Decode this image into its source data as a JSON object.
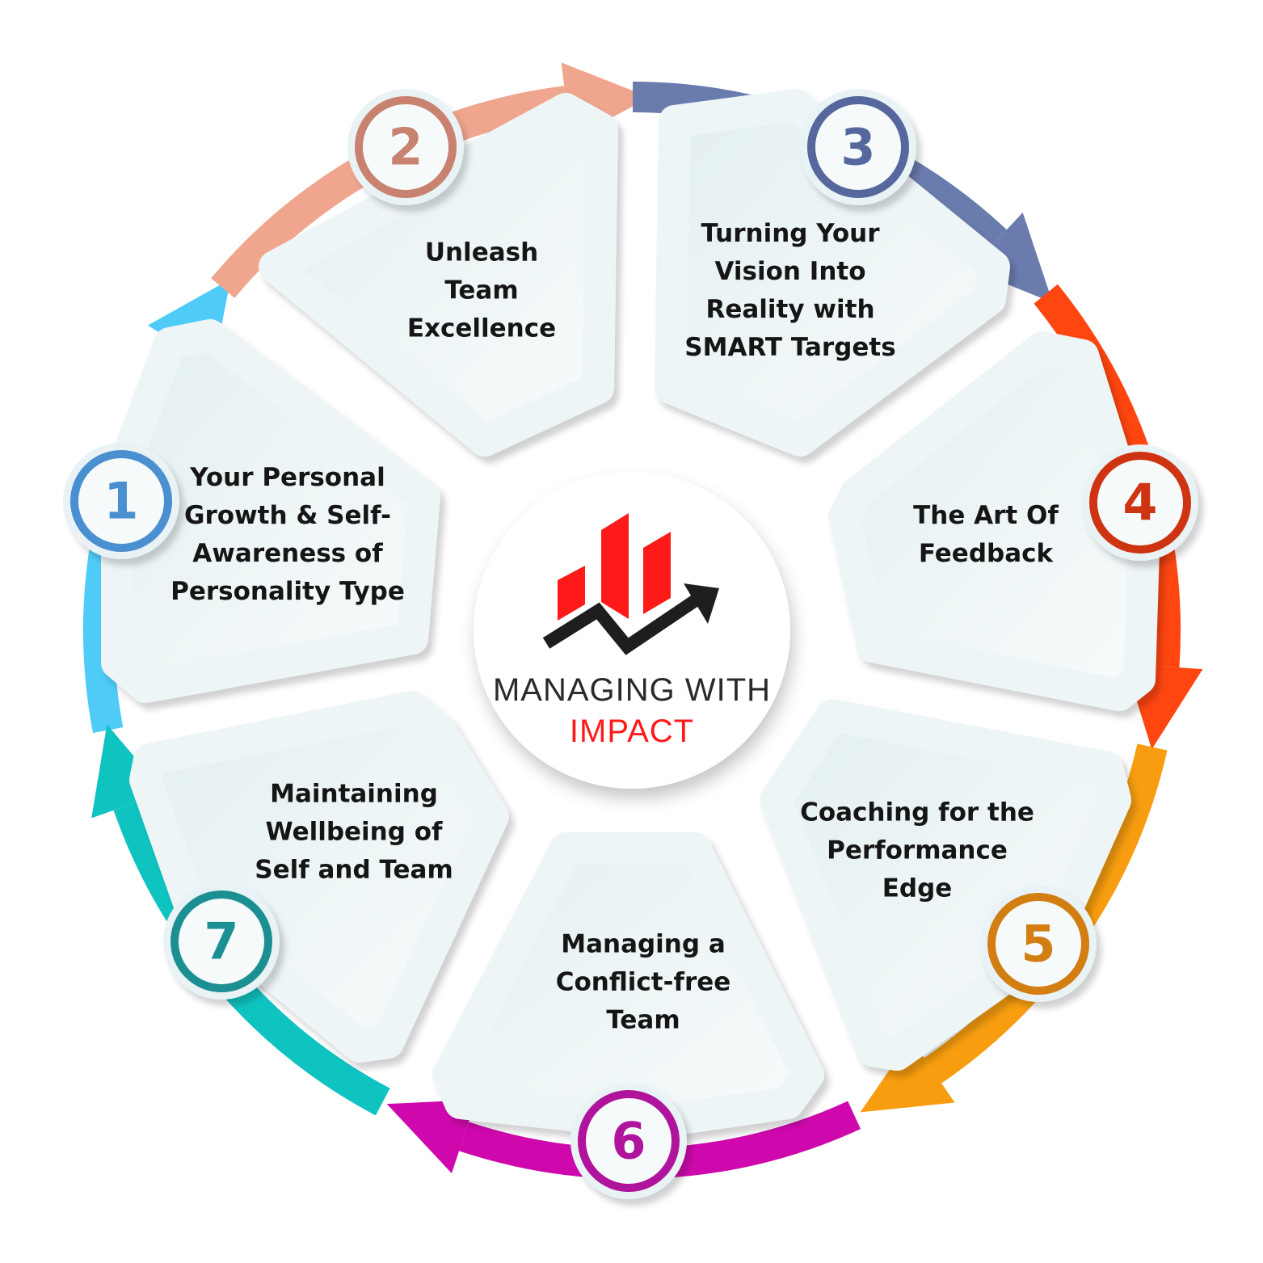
{
  "center": {
    "line1": "MANAGING WITH",
    "line2": "IMPACT"
  },
  "colors": {
    "logo_red": "#ff1a1a",
    "logo_dark": "#1e1e1e",
    "title_dark": "#2a2a2a",
    "title_red": "#ff1a1a",
    "petal": "#eef5f6"
  },
  "steps": [
    {
      "number": "1",
      "lines": [
        "Your Personal",
        "Growth & Self-",
        "Awareness of",
        "Personality Type"
      ],
      "color": "#4a8fd0",
      "arc": "#4fcbf7"
    },
    {
      "number": "2",
      "lines": [
        "Unleash",
        "Team",
        "Excellence"
      ],
      "color": "#c98270",
      "arc": "#f0a68e"
    },
    {
      "number": "3",
      "lines": [
        "Turning Your",
        "Vision Into",
        "Reality with",
        "SMART Targets"
      ],
      "color": "#56679e",
      "arc": "#6a7cae"
    },
    {
      "number": "4",
      "lines": [
        "The Art Of",
        "Feedback"
      ],
      "color": "#cf3412",
      "arc": "#ff4510"
    },
    {
      "number": "5",
      "lines": [
        "Coaching for the",
        "Performance",
        "Edge"
      ],
      "color": "#d27e12",
      "arc": "#f79d0f"
    },
    {
      "number": "6",
      "lines": [
        "Managing a",
        "Conflict-free",
        "Team"
      ],
      "color": "#b0149c",
      "arc": "#cf08ad"
    },
    {
      "number": "7",
      "lines": [
        "Maintaining",
        "Wellbeing of",
        "Self and Team"
      ],
      "color": "#1c8f92",
      "arc": "#0fc3c1"
    }
  ]
}
